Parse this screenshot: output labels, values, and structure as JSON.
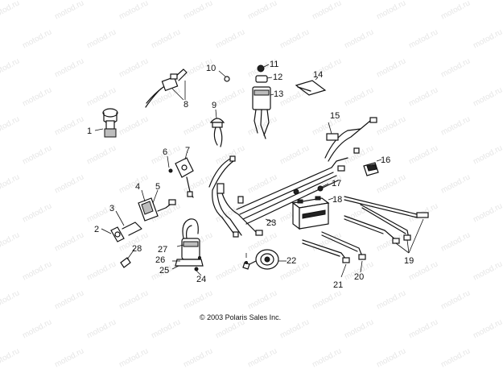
{
  "watermark": "motod.ru",
  "copyright": "© 2003 Polaris Sales Inc.",
  "callouts": [
    "1",
    "2",
    "3",
    "4",
    "5",
    "6",
    "7",
    "8",
    "9",
    "10",
    "11",
    "12",
    "13",
    "14",
    "15",
    "16",
    "17",
    "18",
    "19",
    "20",
    "21",
    "22",
    "23",
    "24",
    "25",
    "26",
    "27",
    "28"
  ]
}
